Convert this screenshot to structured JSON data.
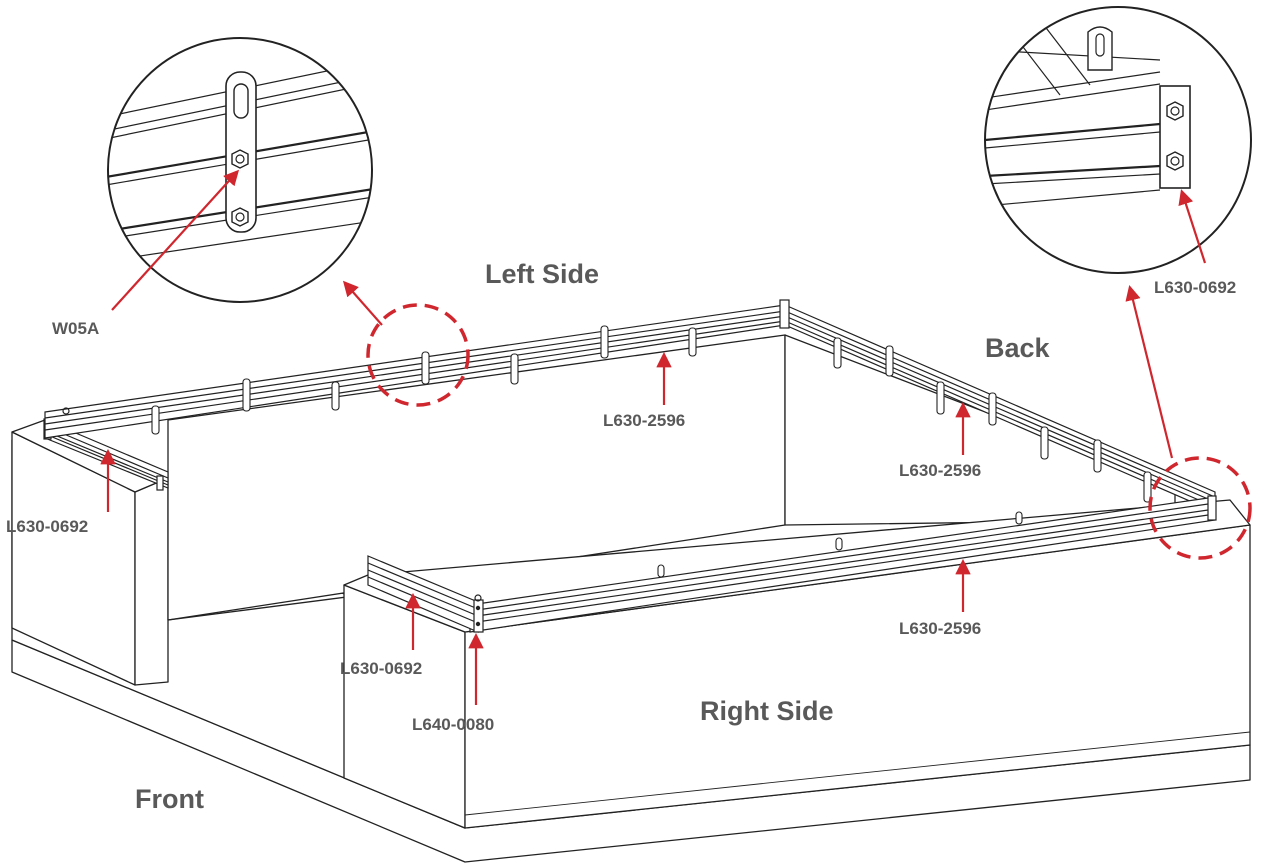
{
  "diagram": {
    "side_labels": {
      "left": "Left Side",
      "back": "Back",
      "right": "Right Side",
      "front": "Front"
    },
    "part_labels": {
      "detail_left": "W05A",
      "detail_right": "L630-0692",
      "left_short_rail": "L630-0692",
      "left_long_rail": "L630-2596",
      "back_rail": "L630-2596",
      "right_long_rail": "L630-2596",
      "right_short_rail": "L630-0692",
      "corner_bracket": "L640-0080"
    },
    "colors": {
      "callout": "#d0262e",
      "line": "#222222",
      "label": "#595959"
    }
  }
}
